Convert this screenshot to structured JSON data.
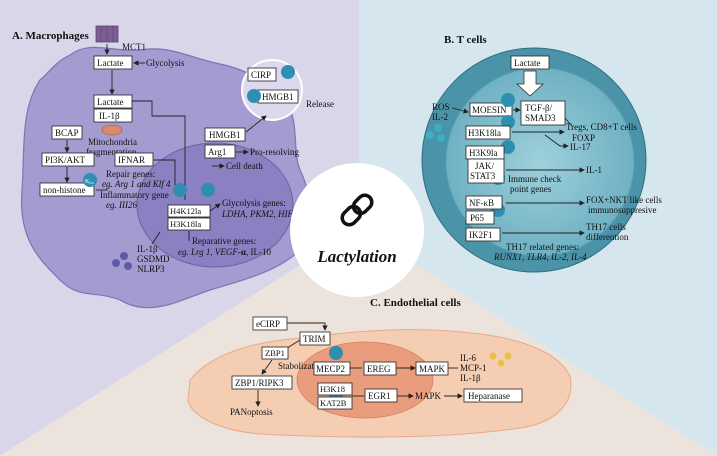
{
  "center": {
    "label": "Lactylation"
  },
  "panel_a": {
    "title": "A. Macrophages",
    "mct1": "MCT1",
    "lactate_top": "Lactate",
    "glycolysis": "Glycolysis",
    "lactate_mid": "Lactate",
    "il1b": "IL-1β",
    "mito_1": "Mitochondria",
    "mito_2": "fragmentation",
    "bcap": "BCAP",
    "pi3k_akt": "PI3K/AKT",
    "non_histone": "non-histone",
    "ifnar": "IFNAR",
    "repair_1": "Repair genes:",
    "repair_2": "eg. Arg 1 and Klf 4",
    "inflam_1": "Inflammatory gene",
    "inflam_2": "eg. III26",
    "cirp": "CIRP",
    "hmgb1_vesicle": "HMGB1",
    "release": "Release",
    "hmgb1": "HMGB1",
    "arg1": "Arg1",
    "pro_resolving": "Pro-resolving",
    "cell_death": "Cell death",
    "h4k12la": "H4K12la",
    "h3k18la": "H3K18la",
    "glyco_genes_1": "Glycolysis genes:",
    "glyco_genes_2": "LDHA, PKM2, HIF-α",
    "reparative_1": "Reparative genes:",
    "reparative_2a": "eg. Lrg 1, VEGF-",
    "reparative_2b": "α",
    "reparative_2c": ", IL-10",
    "il1b_bottom": "IL-1β",
    "gsdmd": "GSDMD",
    "nlrp3": "NLRP3",
    "kla": "K",
    "kla_sub": "La"
  },
  "panel_b": {
    "title": "B. T cells",
    "lactate": "Lactate",
    "ros": "ROS",
    "il2": "IL-2",
    "moesin": "MOESIN",
    "tgfb_1": "TGF-β/",
    "tgfb_2": "SMAD3",
    "h3k18la": "H3K18la",
    "tregs": "Tregs, CD8+T cells",
    "foxp": "FOXP",
    "il17": "IL-17",
    "h3k9la": "H3K9la",
    "jak_1": "JAK/",
    "jak_2": "STAT3",
    "il1": "IL-1",
    "checkpoint_1": "Immune check",
    "checkpoint_2": "point genes",
    "nfkb": "NF-κB",
    "p65": "P65",
    "fox_nkt_1": "FOX+NKT like cells",
    "fox_nkt_2": "immunosuppresive",
    "ik2f1": "IK2F1",
    "th17_diff_1": "TH17 cells",
    "th17_diff_2": "differention",
    "th17_genes_1": "TH17 related genes:",
    "th17_genes_2": "RUNX1, TLR4, IL-2, IL-4"
  },
  "panel_c": {
    "title": "C. Endothelial cells",
    "ecirp": "eCIRP",
    "trim": "TRIM",
    "zbp1": "ZBP1",
    "stabolization": "Stabolization",
    "zbp1_ripk3": "ZBP1/RIPK3",
    "panoptosis": "PANoptosis",
    "mecp2": "MECP2",
    "ereg": "EREG",
    "mapk_1": "MAPK",
    "il6": "IL-6",
    "mcp1": "MCP-1",
    "il1b": "IL-1β",
    "h3k18": "H3K18",
    "kat2b": "KAT2B",
    "egr1": "EGR1",
    "mapk_2": "MAPK",
    "heparanase": "Heparanase"
  },
  "colors": {
    "macrophage_bg": "#d9d6ea",
    "macrophage_cell": "#a49bd0",
    "macrophage_nucleus": "#8a80c2",
    "tcell_bg": "#d6e6ee",
    "tcell_outer": "#4b93a8",
    "tcell_inner": "#84bccb",
    "endo_bg": "#ece4dc",
    "endo_cell": "#f4cdb3",
    "endo_nucleus": "#ea9d7c",
    "kla_marker": "#2f8fb2"
  }
}
